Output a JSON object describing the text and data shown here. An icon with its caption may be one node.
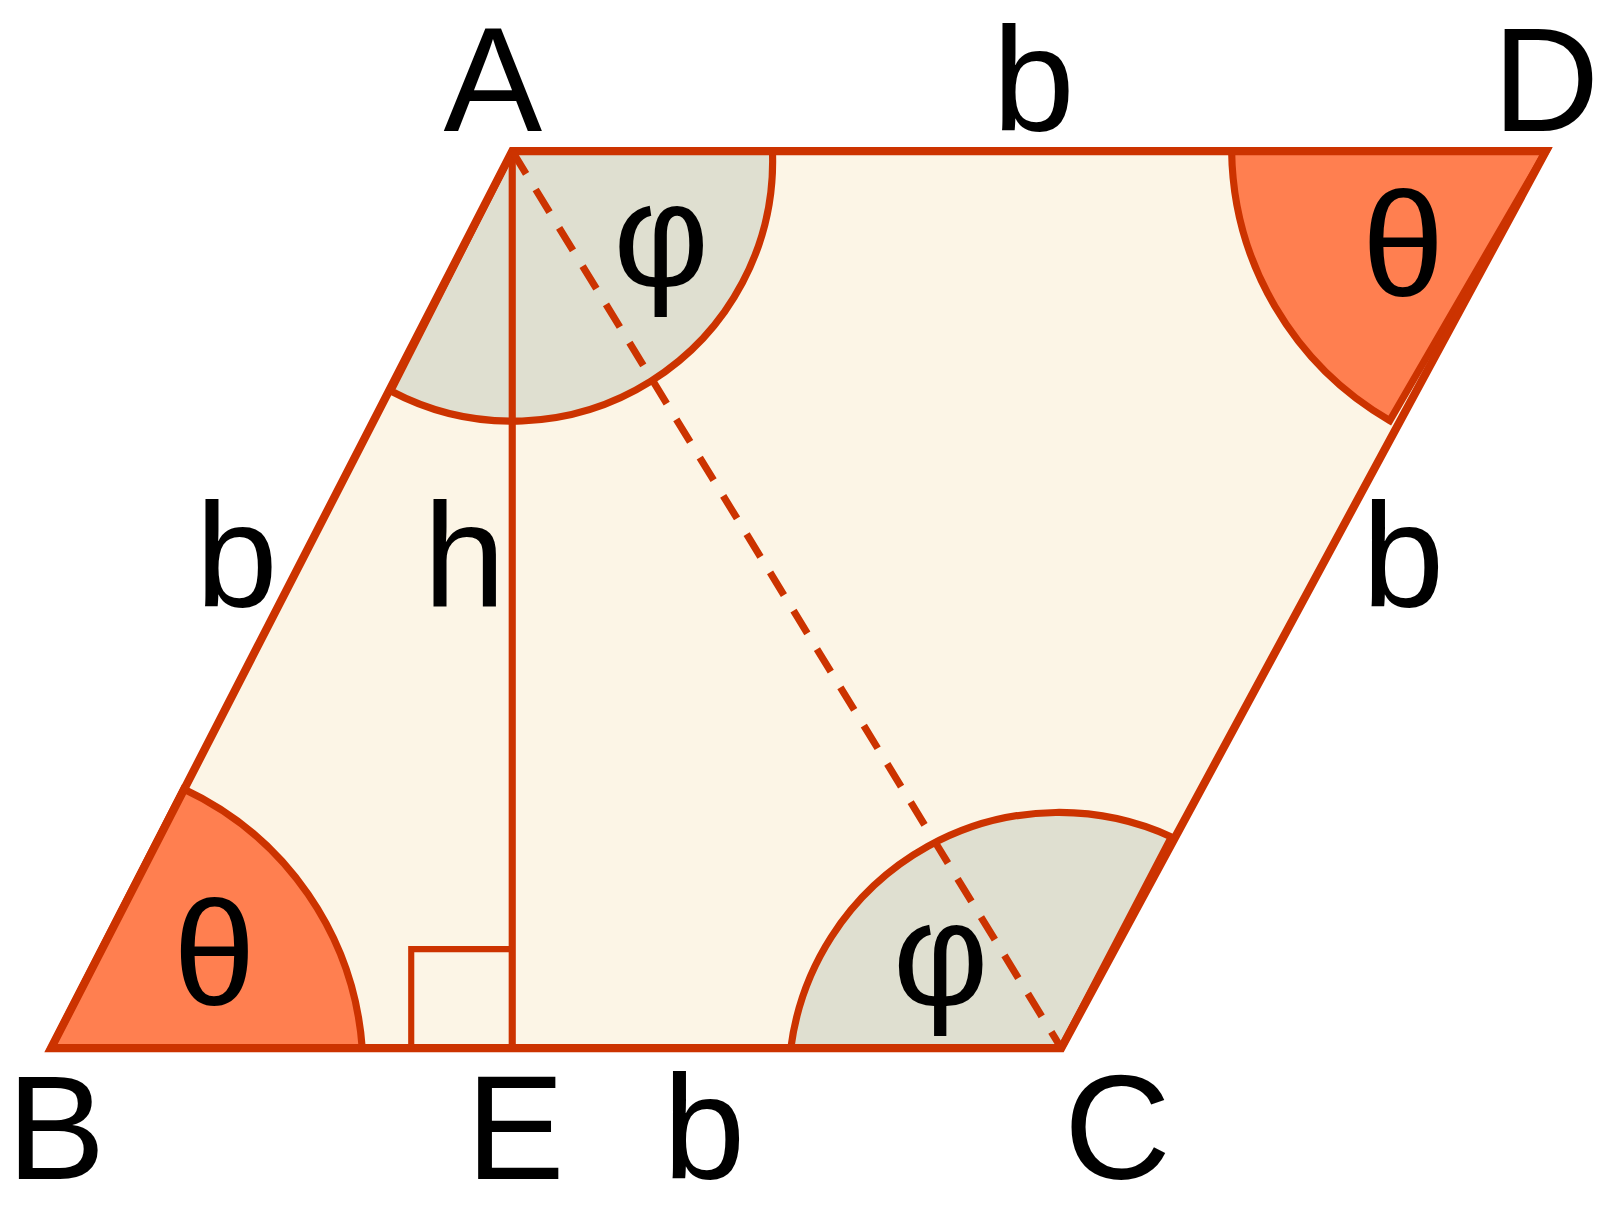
{
  "diagram": {
    "labels": [
      "A",
      "b",
      "D",
      "φ",
      "θ",
      "b",
      "h",
      "b",
      "θ",
      "φ",
      "B",
      "E",
      "b",
      "C"
    ]
  }
}
